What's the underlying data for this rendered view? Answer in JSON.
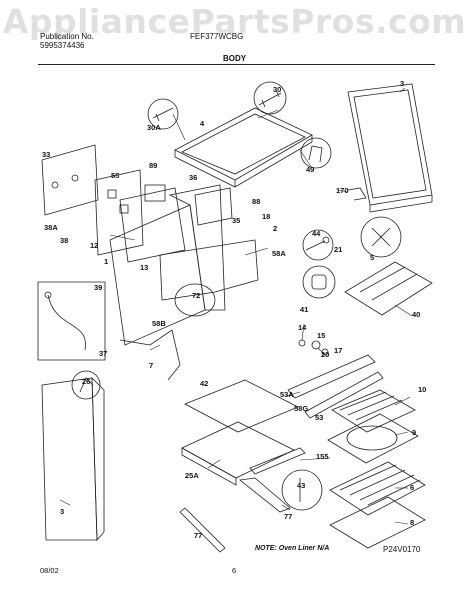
{
  "watermark": "AppliancePartsPros.com",
  "header": {
    "publication_label": "Publication No.",
    "publication_no": "5995374436",
    "model_label": "FEF377WCBG",
    "section_title": "BODY"
  },
  "footer": {
    "date": "08/02",
    "page": "6",
    "note": "NOTE: Oven Liner N/A",
    "reference": "P24V0170"
  },
  "part_labels": [
    "3",
    "4",
    "30",
    "30A",
    "49",
    "33",
    "55",
    "89",
    "36",
    "88",
    "18",
    "2",
    "35",
    "170",
    "5",
    "38A",
    "38",
    "12",
    "44",
    "21",
    "58A",
    "1",
    "13",
    "39",
    "72",
    "41",
    "40",
    "14",
    "15",
    "37",
    "58B",
    "17",
    "7",
    "20",
    "53A",
    "42",
    "26",
    "10",
    "58G",
    "53",
    "9",
    "155",
    "25A",
    "43",
    "6",
    "3",
    "77",
    "8",
    "77"
  ]
}
